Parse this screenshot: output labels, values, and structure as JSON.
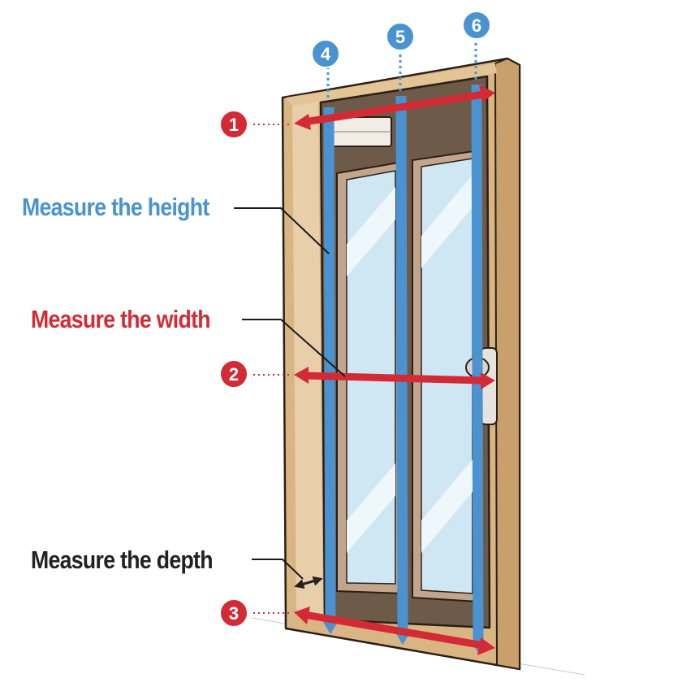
{
  "labels": {
    "height": "Measure the height",
    "width": "Measure the width",
    "depth": "Measure the depth"
  },
  "markers": [
    {
      "number": "1",
      "color": "#d32b36"
    },
    {
      "number": "2",
      "color": "#d32b36"
    },
    {
      "number": "3",
      "color": "#d32b36"
    },
    {
      "number": "4",
      "color": "#4a93d0"
    },
    {
      "number": "5",
      "color": "#4a93d0"
    },
    {
      "number": "6",
      "color": "#4a93d0"
    }
  ],
  "colors": {
    "height_blue": "#4a93d0",
    "width_red": "#d32b36",
    "depth_black": "#222222",
    "frame_wood": "#d9b584",
    "door_brown": "#6e5a48",
    "glass": "#cfe6f3"
  }
}
